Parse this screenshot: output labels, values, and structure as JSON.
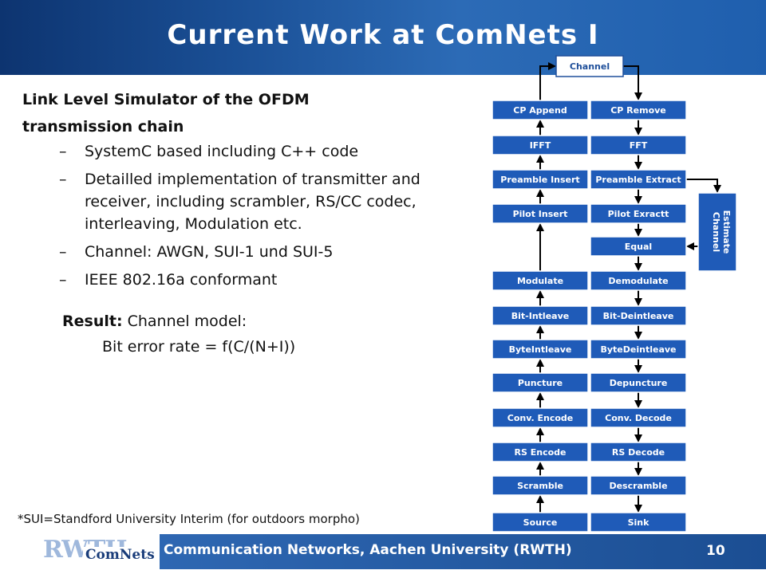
{
  "slide": {
    "title": "Current Work at ComNets I",
    "heading_line1": "Link Level Simulator of the OFDM",
    "heading_line2": "transmission chain",
    "bullets": [
      "SystemC based including C++ code",
      "Detailled implementation of transmitter and receiver, including scrambler, RS/CC codec, interleaving, Modulation etc.",
      "Channel: AWGN, SUI-1 und SUI-5",
      "IEEE 802.16a conformant"
    ],
    "dash": "–",
    "result_label": "Result:",
    "result_text": " Channel model:",
    "formula": "Bit error rate = f(C/(N+I))",
    "footnote": "*SUI=Standford University Interim (for outdoors morpho)"
  },
  "footer": {
    "institute": "Communication Networks, Aachen University (RWTH)",
    "page_number": "10",
    "logo_rwth": "RWTH",
    "logo_comnets": "ComNets"
  },
  "diagram": {
    "channel": "Channel",
    "tx_blocks": [
      "CP Append",
      "IFFT",
      "Preamble Insert",
      "Pilot Insert",
      "Modulate",
      "Bit-Intleave",
      "ByteIntleave",
      "Puncture",
      "Conv. Encode",
      "RS Encode",
      "Scramble",
      "Source"
    ],
    "rx_blocks": [
      "CP Remove",
      "FFT",
      "Preamble Extract",
      "Pilot Exractt",
      "Equal",
      "Demodulate",
      "Bit-Deintleave",
      "ByteDeintleave",
      "Depuncture",
      "Conv. Decode",
      "RS Decode",
      "Descramble",
      "Sink"
    ],
    "channel_estimate_line1": "Channel",
    "channel_estimate_line2": "Estimate"
  }
}
